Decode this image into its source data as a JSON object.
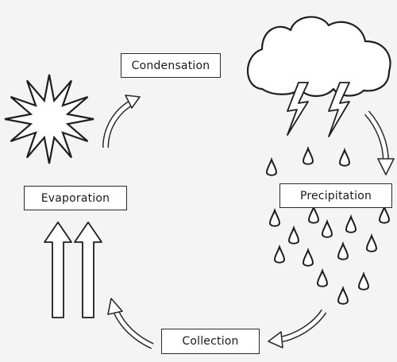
{
  "labels": {
    "condensation": "Condensation",
    "evaporation": "Evaporation",
    "precipitation": "Precipitation",
    "collection": "Collection"
  },
  "colors": {
    "background": "#f4f4f4",
    "stroke": "#1e1e1e",
    "fill": "#ffffff"
  },
  "icons": {
    "sun": "sun-icon",
    "cloud": "cloud-icon",
    "lightning": "lightning-bolt-icon",
    "raindrop": "raindrop-icon",
    "arrow": "curved-arrow-icon",
    "up_arrow": "up-arrow-icon"
  }
}
